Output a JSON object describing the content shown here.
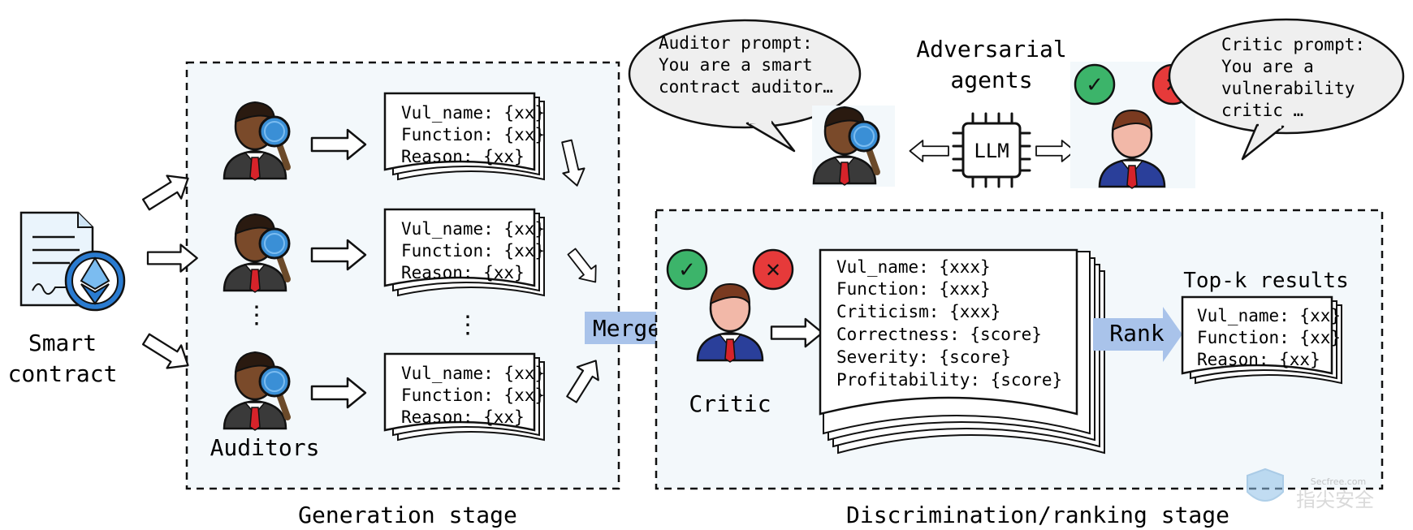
{
  "labels": {
    "smart_contract_line1": "Smart",
    "smart_contract_line2": "contract",
    "auditors": "Auditors",
    "generation_stage": "Generation stage",
    "discrimination_stage": "Discrimination/ranking stage",
    "merge": "Merge",
    "critic": "Critic",
    "rank": "Rank",
    "topk": "Top-k results",
    "adversarial_line1": "Adversarial",
    "adversarial_line2": "agents",
    "llm": "LLM",
    "vdots": "⋮",
    "check": "✓",
    "cross": "✕"
  },
  "auditor_output": {
    "line1": "Vul_name: {xx}",
    "line2": "Function: {xx}",
    "line3": "Reason: {xx}"
  },
  "critic_output": {
    "line1": "Vul_name: {xxx}",
    "line2": "Function: {xxx}",
    "line3": "Criticism: {xxx}",
    "line4": "Correctness: {score}",
    "line5": "Severity: {score}",
    "line6": "Profitability: {score}"
  },
  "topk_output": {
    "line1": "Vul_name: {xx}",
    "line2": "Function: {xx}",
    "line3": "Reason: {xx}"
  },
  "auditor_prompt": {
    "line1": "Auditor prompt:",
    "line2": "You are a smart",
    "line3": "contract auditor…"
  },
  "critic_prompt": {
    "line1": "Critic prompt:",
    "line2": "You are a",
    "line3": "vulnerability",
    "line4": "critic …"
  },
  "watermark": {
    "site": "Secfree.com",
    "brand": "指尖安全"
  },
  "colors": {
    "panel_bg": "#f3f8fb",
    "merge_arrow": "#a9c3ea",
    "magnifier": "#3a8fd6",
    "auditor_skin": "#7a4a2a",
    "critic_skin": "#f2b8a8",
    "critic_suit": "#2a3f9a",
    "check_green": "#3cb46a",
    "cross_red": "#e63a3a",
    "ethereum_blue": "#2a7bd0"
  }
}
